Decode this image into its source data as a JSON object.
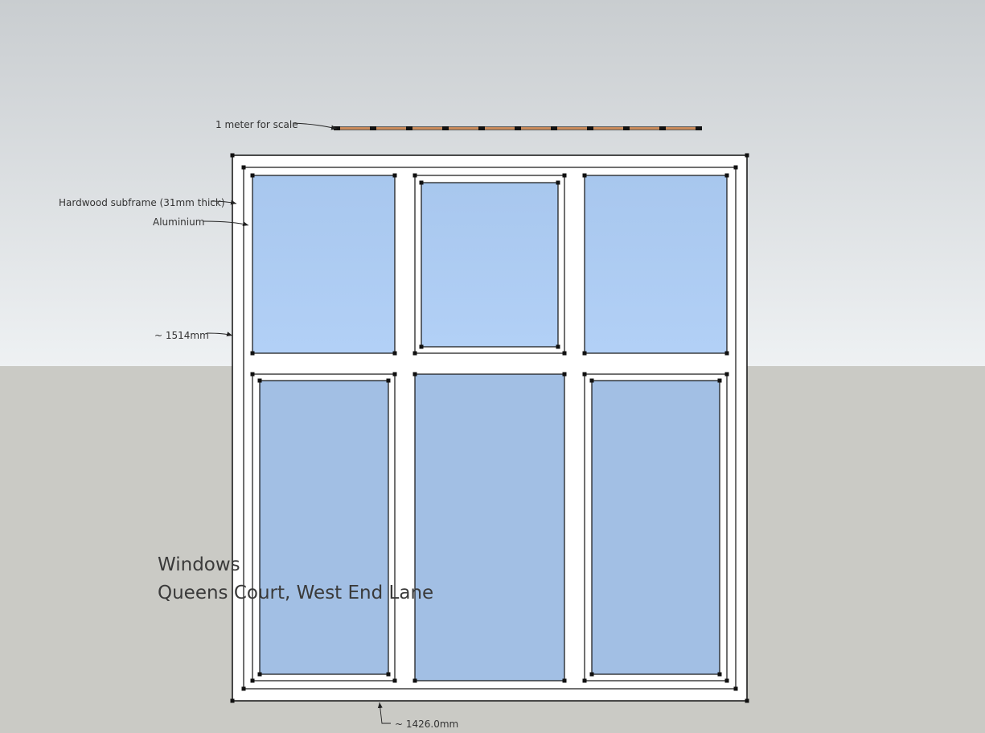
{
  "title": {
    "line1": "Windows",
    "line2": "Queens Court, West End Lane"
  },
  "annotations": {
    "scale": "1 meter for scale",
    "subframe": "Hardwood subframe (31mm thick)",
    "aluminium": "Aluminium",
    "height": "~ 1514mm",
    "width": "~ 1426.0mm"
  },
  "colors": {
    "sky_top": "#c9cdd0",
    "sky_bottom": "#eef1f3",
    "ground": "#cacac5",
    "frame": "#ffffff",
    "outline": "#111111",
    "glass_upper": "#a9c8ef",
    "glass_lower": "#a2bfe4",
    "scale_bar": "#c98a5a"
  }
}
